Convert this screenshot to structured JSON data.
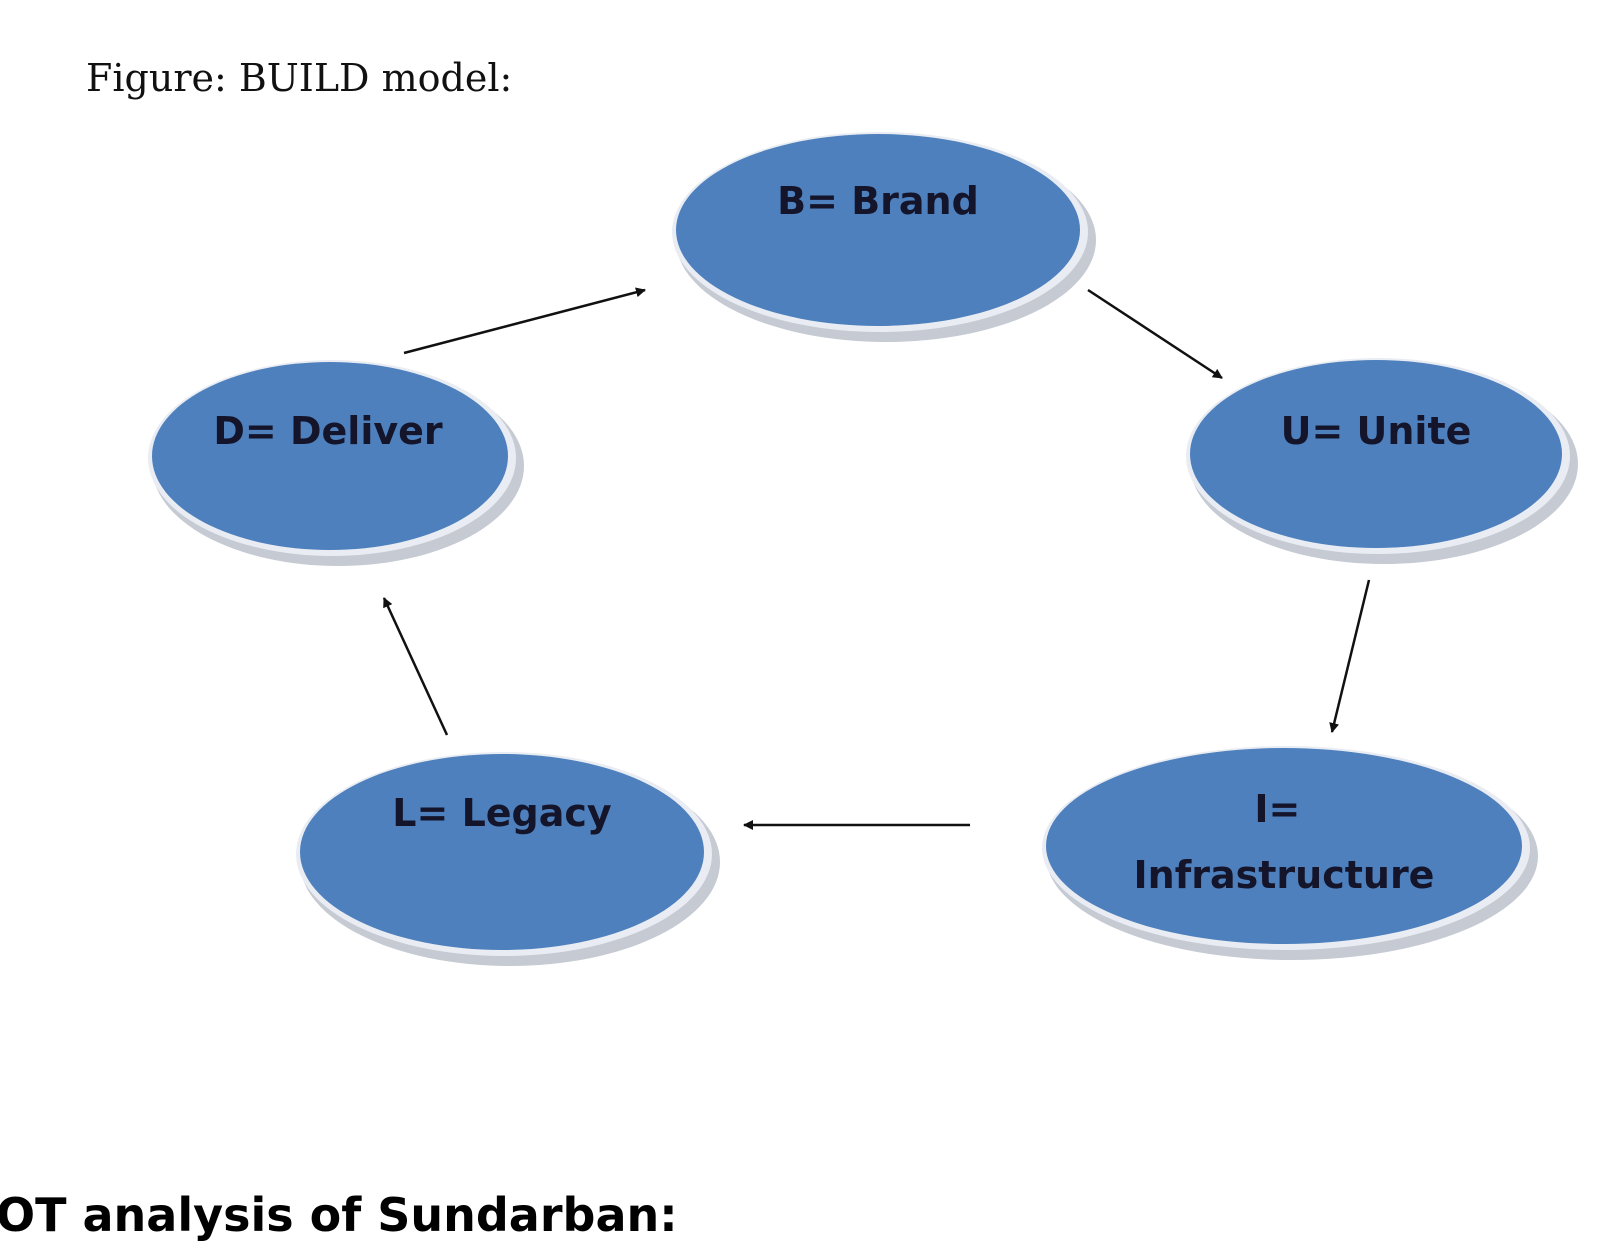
{
  "caption": "Figure: BUILD model:",
  "colors": {
    "node_fill": "#4e80bd",
    "node_shadow": "#c5cad3",
    "node_outline": "#e9edf3",
    "arrow": "#111111"
  },
  "nodes": [
    {
      "id": "brand",
      "lines": [
        "B= Brand"
      ]
    },
    {
      "id": "unite",
      "lines": [
        "U= Unite"
      ]
    },
    {
      "id": "infrastructure",
      "lines": [
        "I=",
        "Infrastructure"
      ]
    },
    {
      "id": "legacy",
      "lines": [
        "L= Legacy"
      ]
    },
    {
      "id": "deliver",
      "lines": [
        "D= Deliver"
      ]
    }
  ],
  "edges": [
    {
      "from": "brand",
      "to": "unite"
    },
    {
      "from": "unite",
      "to": "infrastructure"
    },
    {
      "from": "infrastructure",
      "to": "legacy"
    },
    {
      "from": "legacy",
      "to": "deliver"
    },
    {
      "from": "deliver",
      "to": "brand"
    }
  ],
  "section_heading": "OT analysis of Sundarban:"
}
